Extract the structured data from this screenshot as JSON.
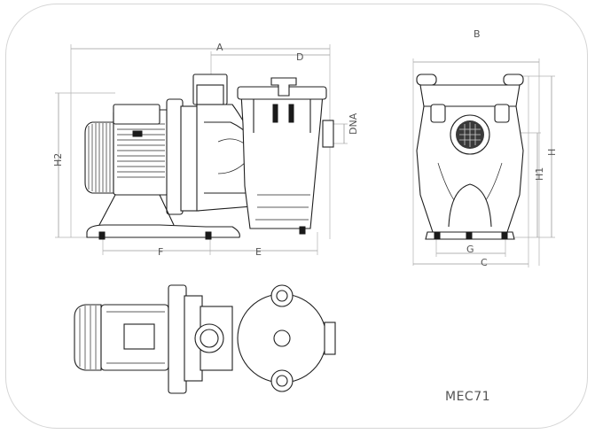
{
  "model": "MEC71",
  "dimensions": {
    "A": "A",
    "B": "B",
    "C": "C",
    "D": "D",
    "E": "E",
    "F": "F",
    "G": "G",
    "H": "H",
    "H1": "H1",
    "H2": "H2",
    "DNA": "DNA"
  },
  "views": [
    "side-view",
    "front-view",
    "top-view"
  ],
  "colors": {
    "line": "#1f1f1f",
    "dimension": "#9a9a9a",
    "frame": "#d6d6d6",
    "text": "#555555"
  }
}
